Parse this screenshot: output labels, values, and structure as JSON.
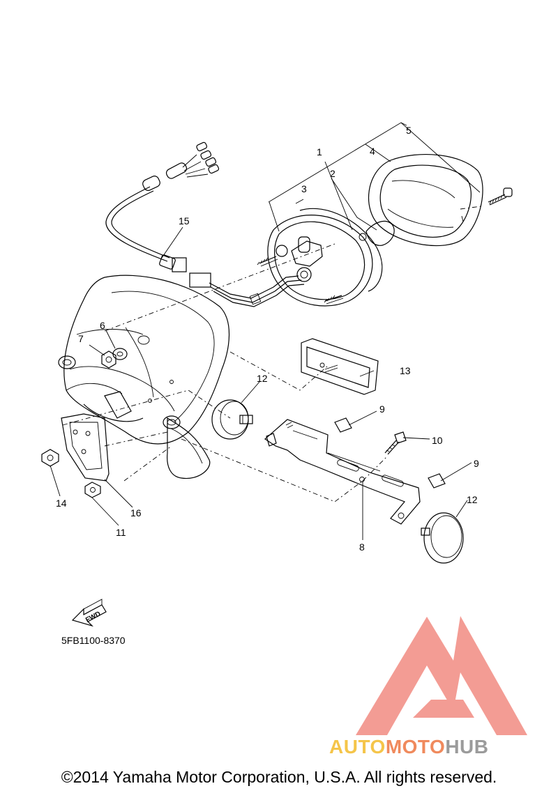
{
  "diagram": {
    "callouts": [
      "1",
      "2",
      "3",
      "4",
      "5",
      "6",
      "7",
      "8",
      "9",
      "9",
      "10",
      "11",
      "12",
      "12",
      "13",
      "14",
      "15",
      "16"
    ],
    "drawing_code": "5FB1100-8370",
    "fwd_label": "FWD"
  },
  "watermark": {
    "brand_part1": "AUTO",
    "brand_part2": "MOTO",
    "brand_part3": "HUB",
    "colors": {
      "logo": "#f28b82",
      "auto": "#f5c54a",
      "moto": "#f08a5d",
      "hub": "#9b9b9b"
    }
  },
  "footer": {
    "copyright": "©2014 Yamaha Motor Corporation, U.S.A. All rights reserved."
  }
}
